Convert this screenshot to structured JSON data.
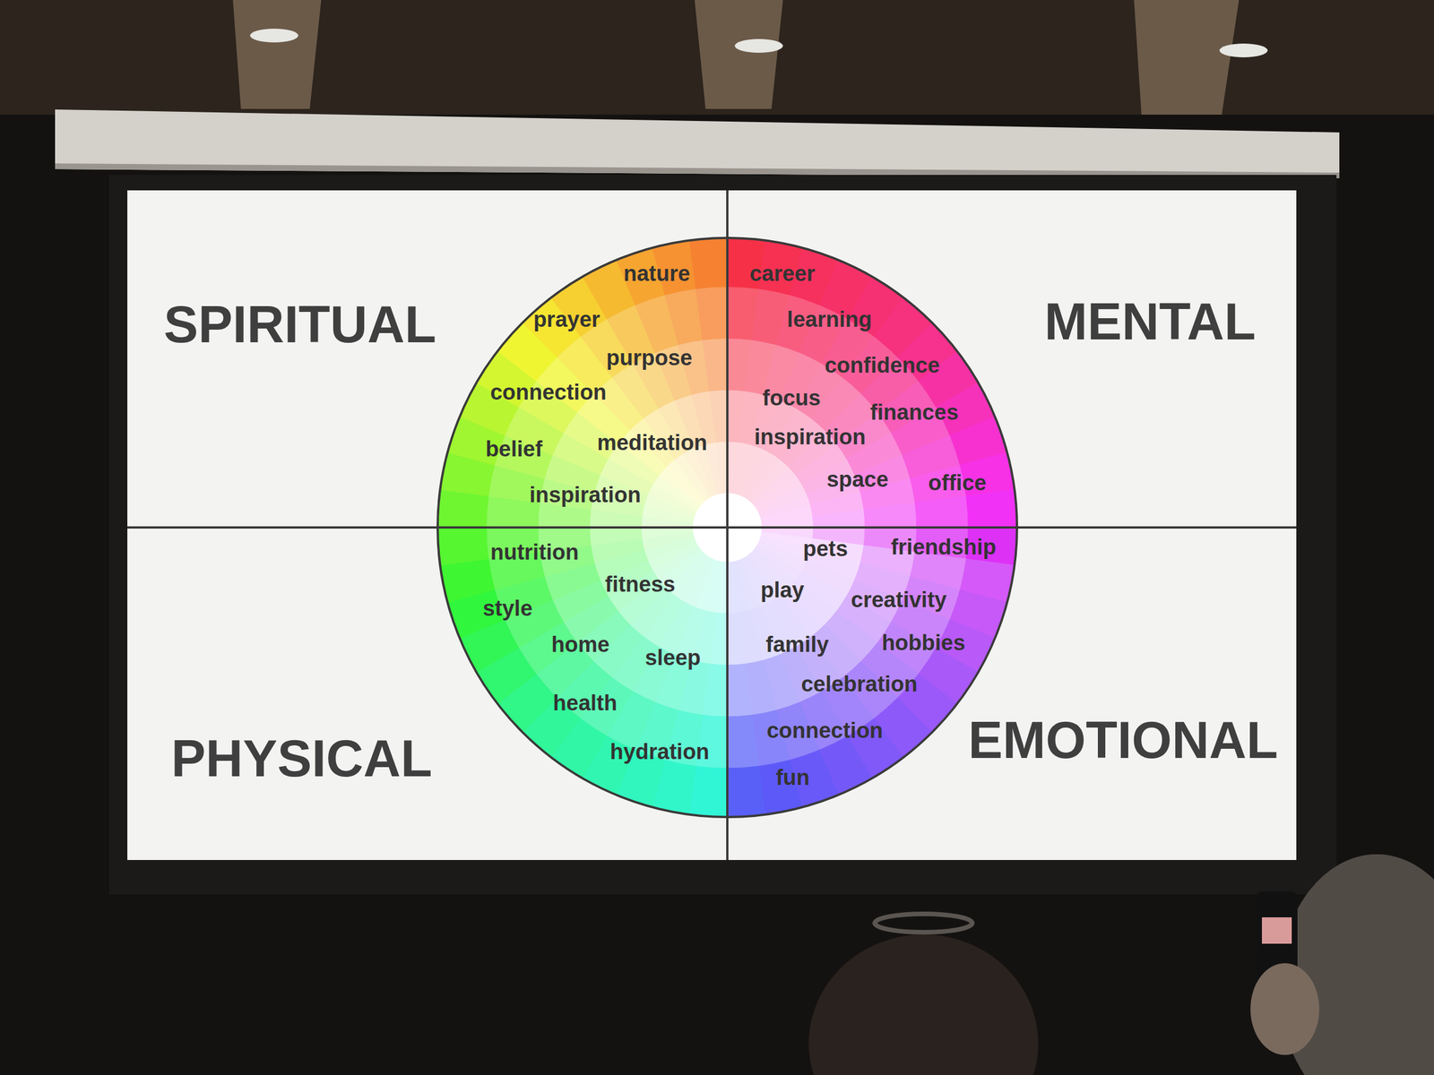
{
  "diagram": {
    "nodes": [
      {
        "text": [
          "SPIRITUAL"
        ]
      },
      {
        "text": [
          "nature"
        ],
        "in": 0
      },
      {
        "text": [
          "prayer"
        ],
        "in": 0
      },
      {
        "text": [
          "purpose"
        ],
        "in": 0
      },
      {
        "text": [
          "connection"
        ],
        "in": 0
      },
      {
        "text": [
          "meditation"
        ],
        "in": 0
      },
      {
        "text": [
          "belief"
        ],
        "in": 0
      },
      {
        "text": [
          "inspiration"
        ],
        "in": 0
      },
      {
        "text": [
          "MENTAL"
        ]
      },
      {
        "text": [
          "career"
        ],
        "in": 8
      },
      {
        "text": [
          "learning"
        ],
        "in": 8
      },
      {
        "text": [
          "confidence"
        ],
        "in": 8
      },
      {
        "text": [
          "focus"
        ],
        "in": 8
      },
      {
        "text": [
          "finances"
        ],
        "in": 8
      },
      {
        "text": [
          "inspiration"
        ],
        "in": 8
      },
      {
        "text": [
          "space"
        ],
        "in": 8
      },
      {
        "text": [
          "office"
        ],
        "in": 8
      },
      {
        "text": [
          "PHYSICAL"
        ]
      },
      {
        "text": [
          "nutrition"
        ],
        "in": 17
      },
      {
        "text": [
          "fitness"
        ],
        "in": 17
      },
      {
        "text": [
          "style"
        ],
        "in": 17
      },
      {
        "text": [
          "home"
        ],
        "in": 17
      },
      {
        "text": [
          "sleep"
        ],
        "in": 17
      },
      {
        "text": [
          "health"
        ],
        "in": 17
      },
      {
        "text": [
          "hydration"
        ],
        "in": 17
      },
      {
        "text": [
          "EMOTIONAL"
        ]
      },
      {
        "text": [
          "pets"
        ],
        "in": 25
      },
      {
        "text": [
          "friendship"
        ],
        "in": 25
      },
      {
        "text": [
          "play"
        ],
        "in": 25
      },
      {
        "text": [
          "creativity"
        ],
        "in": 25
      },
      {
        "text": [
          "family"
        ],
        "in": 25
      },
      {
        "text": [
          "hobbies"
        ],
        "in": 25
      },
      {
        "text": [
          "celebration"
        ],
        "in": 25
      },
      {
        "text": [
          "connection"
        ],
        "in": 25
      },
      {
        "text": [
          "fun"
        ],
        "in": 25
      }
    ]
  }
}
